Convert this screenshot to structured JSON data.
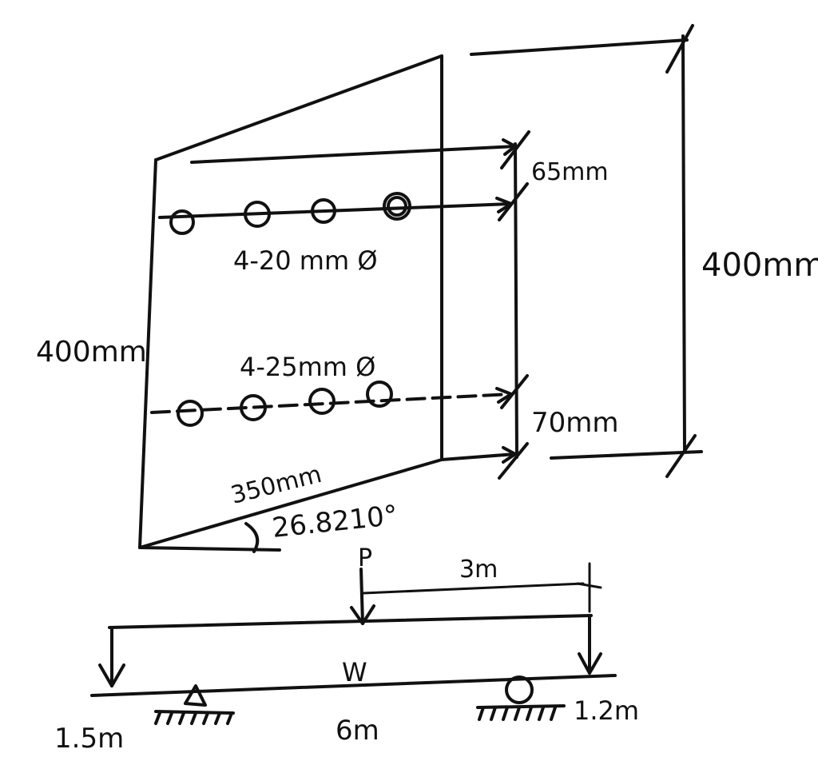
{
  "section": {
    "top_dimension": "65mm",
    "right_height": "400mm",
    "left_height": "400mm",
    "top_bars": "4-20 mm Ø",
    "bottom_bars": "4-25mm Ø",
    "bottom_dimension": "70mm",
    "width": "350mm",
    "angle": "26.8210°"
  },
  "beam": {
    "load_label": "P",
    "load_distance": "3m",
    "distributed_label": "W",
    "left_overhang": "1.5m",
    "span": "6m",
    "right_overhang": "1.2m"
  }
}
